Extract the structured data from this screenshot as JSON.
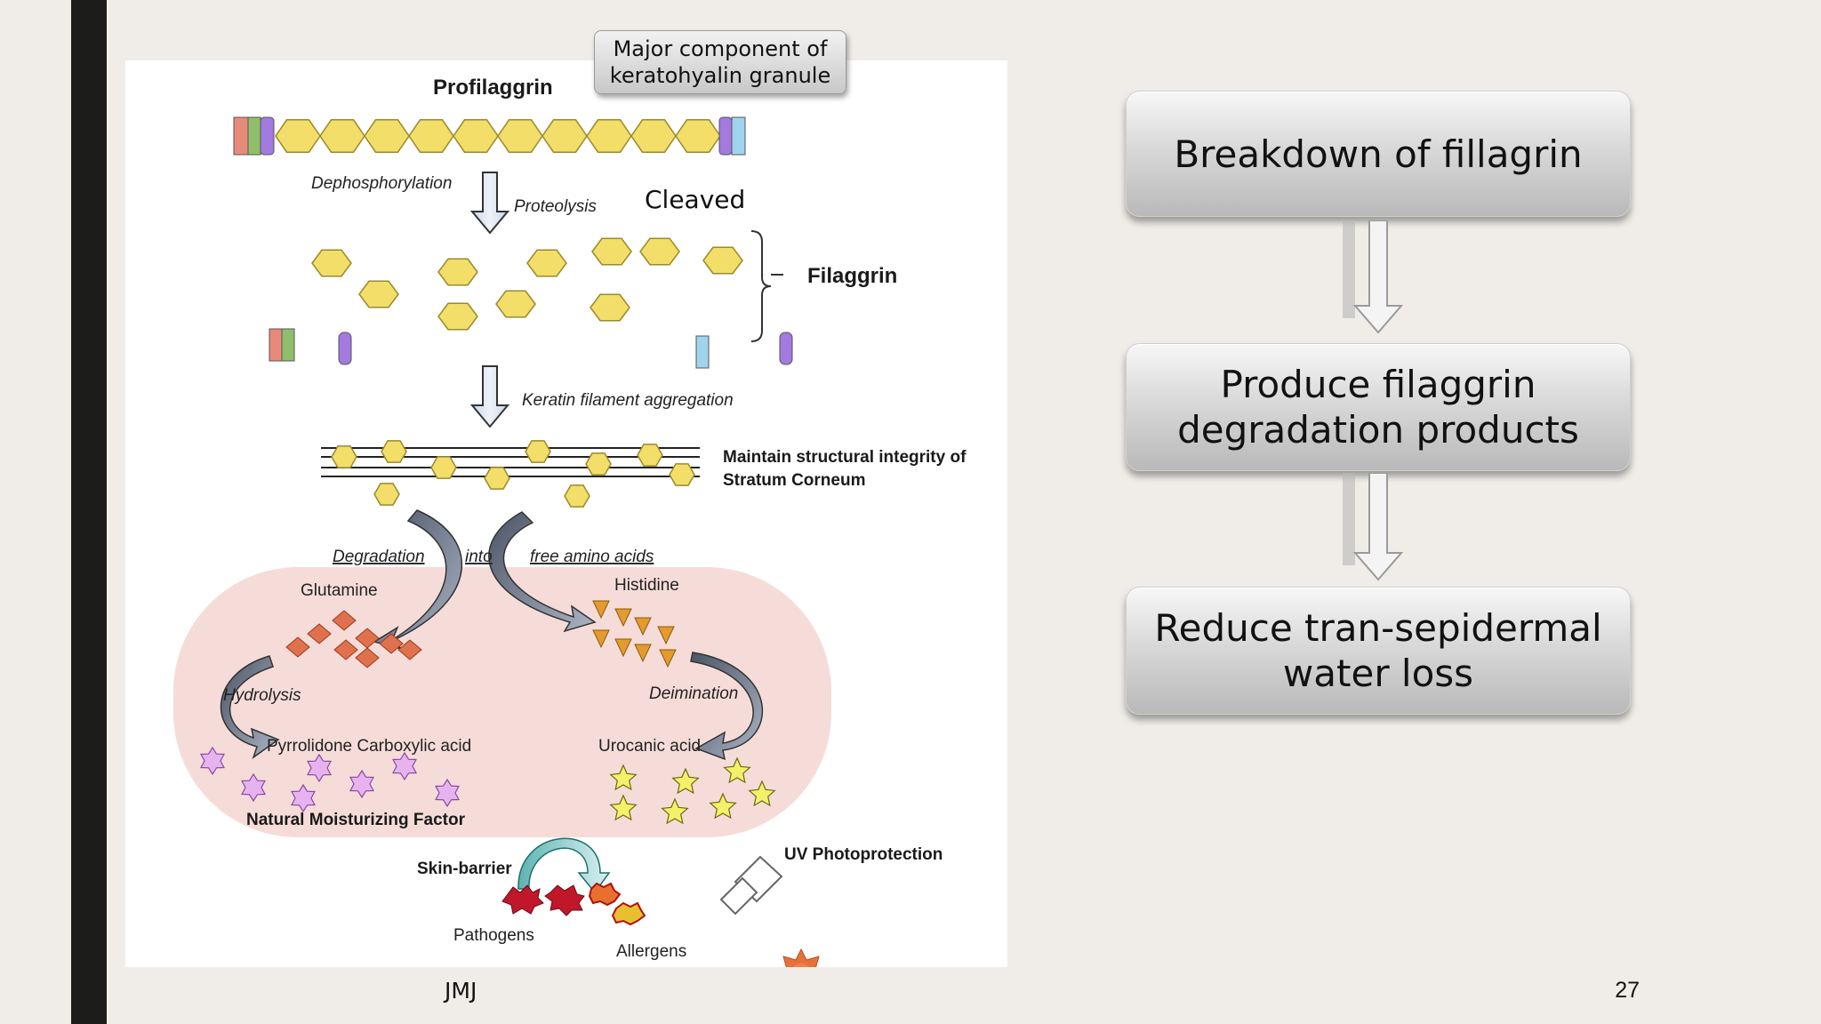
{
  "diagram": {
    "callout": [
      "Major component of",
      "keratohyalin granule"
    ],
    "profilaggrin": "Profilaggrin",
    "dephosphorylation": "Dephosphorylation",
    "proteolysis": "Proteolysis",
    "cleaved": "Cleaved",
    "filaggrin": "Filaggrin",
    "keratin_aggregation": "Keratin filament aggregation",
    "structural_integrity": [
      "Maintain structural integrity of",
      "Stratum Corneum"
    ],
    "degradation": "Degradation",
    "into": "into",
    "free_amino_acids": "free amino acids",
    "glutamine": "Glutamine",
    "histidine": "Histidine",
    "hydrolysis": "Hydrolysis",
    "deimination": "Deimination",
    "pca": "Pyrrolidone Carboxylic acid",
    "urocanic_acid": "Urocanic acid",
    "nmf": "Natural Moisturizing Factor",
    "skin_barrier": "Skin-barrier",
    "uv_photoprotection": "UV Photoprotection",
    "pathogens": "Pathogens",
    "allergens": "Allergens"
  },
  "flow": {
    "steps": [
      "Breakdown of fillagrin",
      "Produce filaggrin degradation products",
      "Reduce tran-sepidermal water loss"
    ]
  },
  "footer": {
    "text": "JMJ",
    "page_number": "27"
  },
  "colors": {
    "hexagon_fill": "#f3de6a",
    "hexagon_stroke": "#9a8a2a",
    "diamond_fill": "#e0714d",
    "triangle_fill": "#e39a2e",
    "star_purple": "#e6b3f0",
    "star_yellow": "#f4f06a",
    "nmf_region": "#f6dcd8",
    "left_bar": "#1c1c1a",
    "background": "#f0ede8"
  }
}
